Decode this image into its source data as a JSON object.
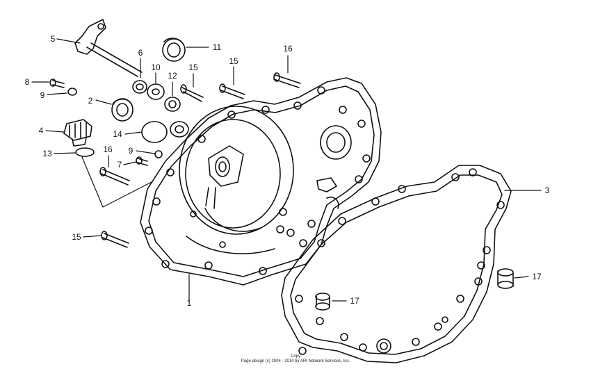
{
  "diagram": {
    "callouts": [
      {
        "id": "c5",
        "number": "5"
      },
      {
        "id": "c6",
        "number": "6"
      },
      {
        "id": "c11",
        "number": "11"
      },
      {
        "id": "c10",
        "number": "10"
      },
      {
        "id": "c12",
        "number": "12"
      },
      {
        "id": "c15a",
        "number": "15"
      },
      {
        "id": "c15b",
        "number": "15"
      },
      {
        "id": "c16a",
        "number": "16"
      },
      {
        "id": "c8",
        "number": "8"
      },
      {
        "id": "c9a",
        "number": "9"
      },
      {
        "id": "c2",
        "number": "2"
      },
      {
        "id": "c4",
        "number": "4"
      },
      {
        "id": "c14",
        "number": "14"
      },
      {
        "id": "c13",
        "number": "13"
      },
      {
        "id": "c16b",
        "number": "16"
      },
      {
        "id": "c9b",
        "number": "9"
      },
      {
        "id": "c7",
        "number": "7"
      },
      {
        "id": "c3",
        "number": "3"
      },
      {
        "id": "c15c",
        "number": "15"
      },
      {
        "id": "c1",
        "number": "1"
      },
      {
        "id": "c17a",
        "number": "17"
      },
      {
        "id": "c17b",
        "number": "17"
      }
    ],
    "copyright_line1": "Copy",
    "copyright_line2": "Page design (c) 2004 - 2014 by ARI Network Services, Inc."
  },
  "colors": {
    "ink": "#111111",
    "background": "#ffffff"
  }
}
